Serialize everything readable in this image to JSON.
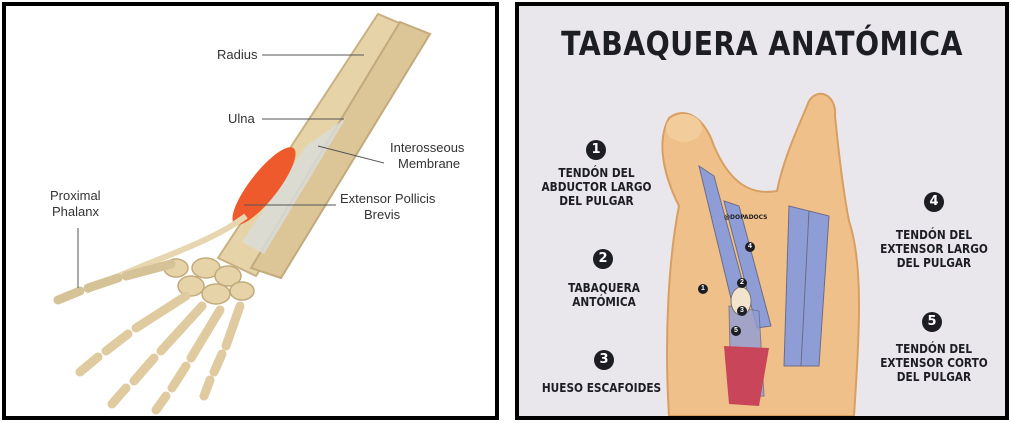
{
  "left": {
    "labels": {
      "radius": "Radius",
      "ulna": "Ulna",
      "interosseous_1": "Interosseous",
      "interosseous_2": "Membrane",
      "epb_1": "Extensor Pollicis",
      "epb_2": "Brevis",
      "phalanx_1": "Proximal",
      "phalanx_2": "Phalanx"
    },
    "colors": {
      "bone": "#e6d3a8",
      "bone_shadow": "#c9b184",
      "muscle": "#ee5a2b",
      "membrane": "#d9dcd8"
    }
  },
  "right": {
    "title": "TABAQUERA ANATÓMICA",
    "watermark": "@DOPADOCS",
    "items": [
      {
        "num": "1",
        "lines": [
          "TENDÓN DEL",
          "ABDUCTOR LARGO",
          "DEL PULGAR"
        ]
      },
      {
        "num": "2",
        "lines": [
          "TABAQUERA",
          "ANTÓMICA"
        ]
      },
      {
        "num": "3",
        "lines": [
          "HUESO ESCAFOIDES"
        ]
      },
      {
        "num": "4",
        "lines": [
          "TENDÓN DEL",
          "EXTENSOR LARGO",
          "DEL PULGAR"
        ]
      },
      {
        "num": "5",
        "lines": [
          "TENDÓN DEL",
          "EXTENSOR CORTO",
          "DEL PULGAR"
        ]
      }
    ],
    "diagram_markers": [
      "1",
      "2",
      "3",
      "4",
      "5"
    ],
    "colors": {
      "background": "#e9e7ec",
      "skin": "#efc089",
      "tendon_blue": "#8f9dd6",
      "muscle_red": "#c8455a",
      "text": "#1d1d24"
    }
  }
}
